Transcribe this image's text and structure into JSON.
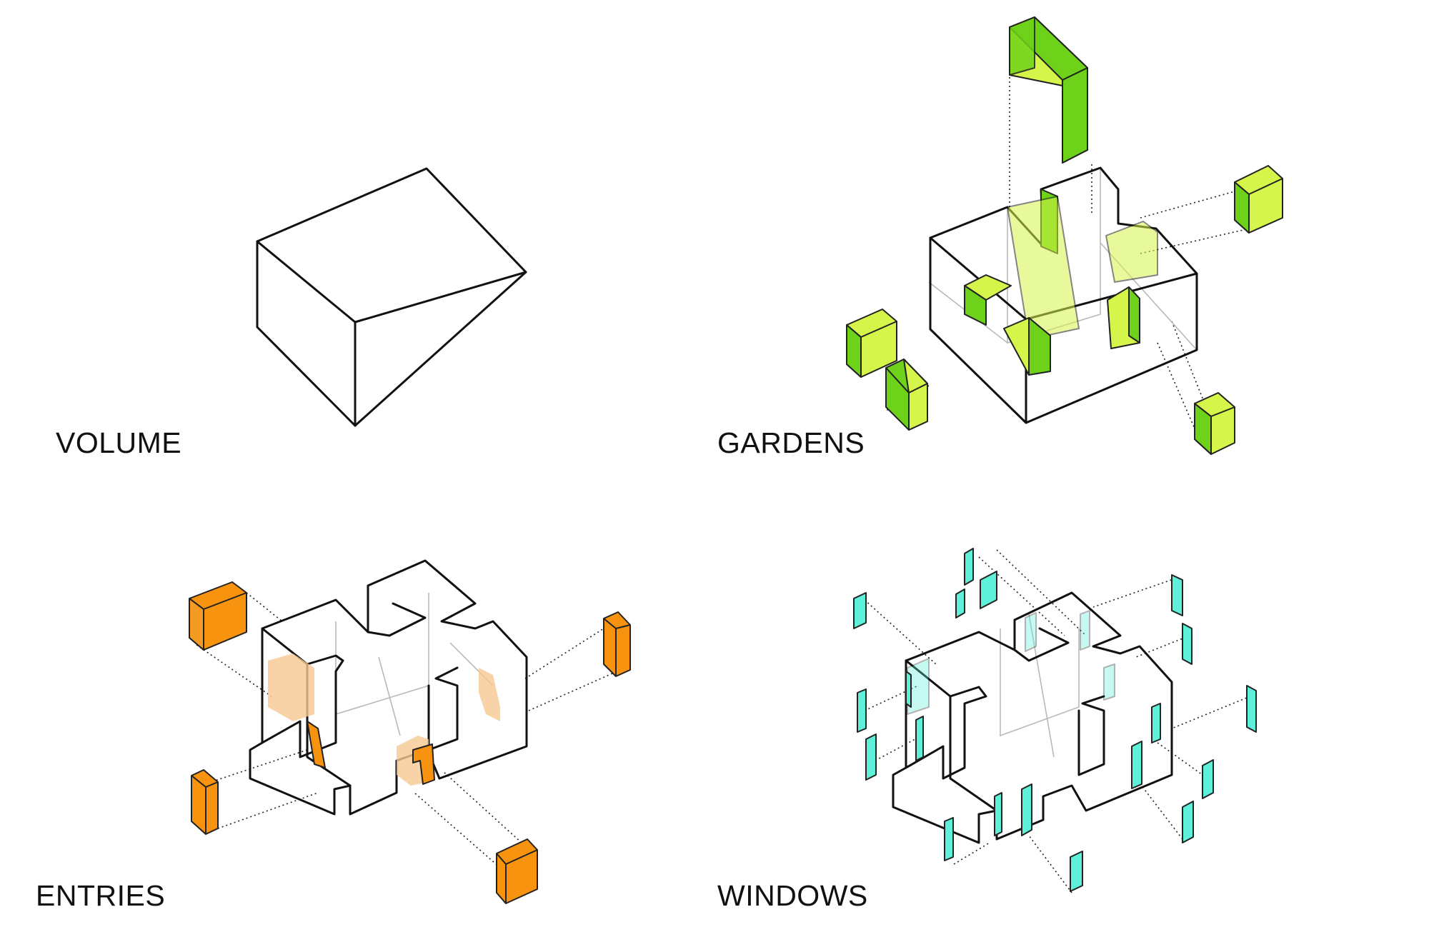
{
  "panels": [
    {
      "id": "volume",
      "label": "VOLUME"
    },
    {
      "id": "gardens",
      "label": "GARDENS"
    },
    {
      "id": "entries",
      "label": "ENTRIES"
    },
    {
      "id": "windows",
      "label": "WINDOWS"
    }
  ],
  "colors": {
    "line": "#111111",
    "hidden_line": "#b9b9b9",
    "garden_light": "#d6f54a",
    "garden_dark": "#6fd21a",
    "entry": "#f7930e",
    "entry_ghost": "#f6c892",
    "window": "#5ff0da"
  }
}
